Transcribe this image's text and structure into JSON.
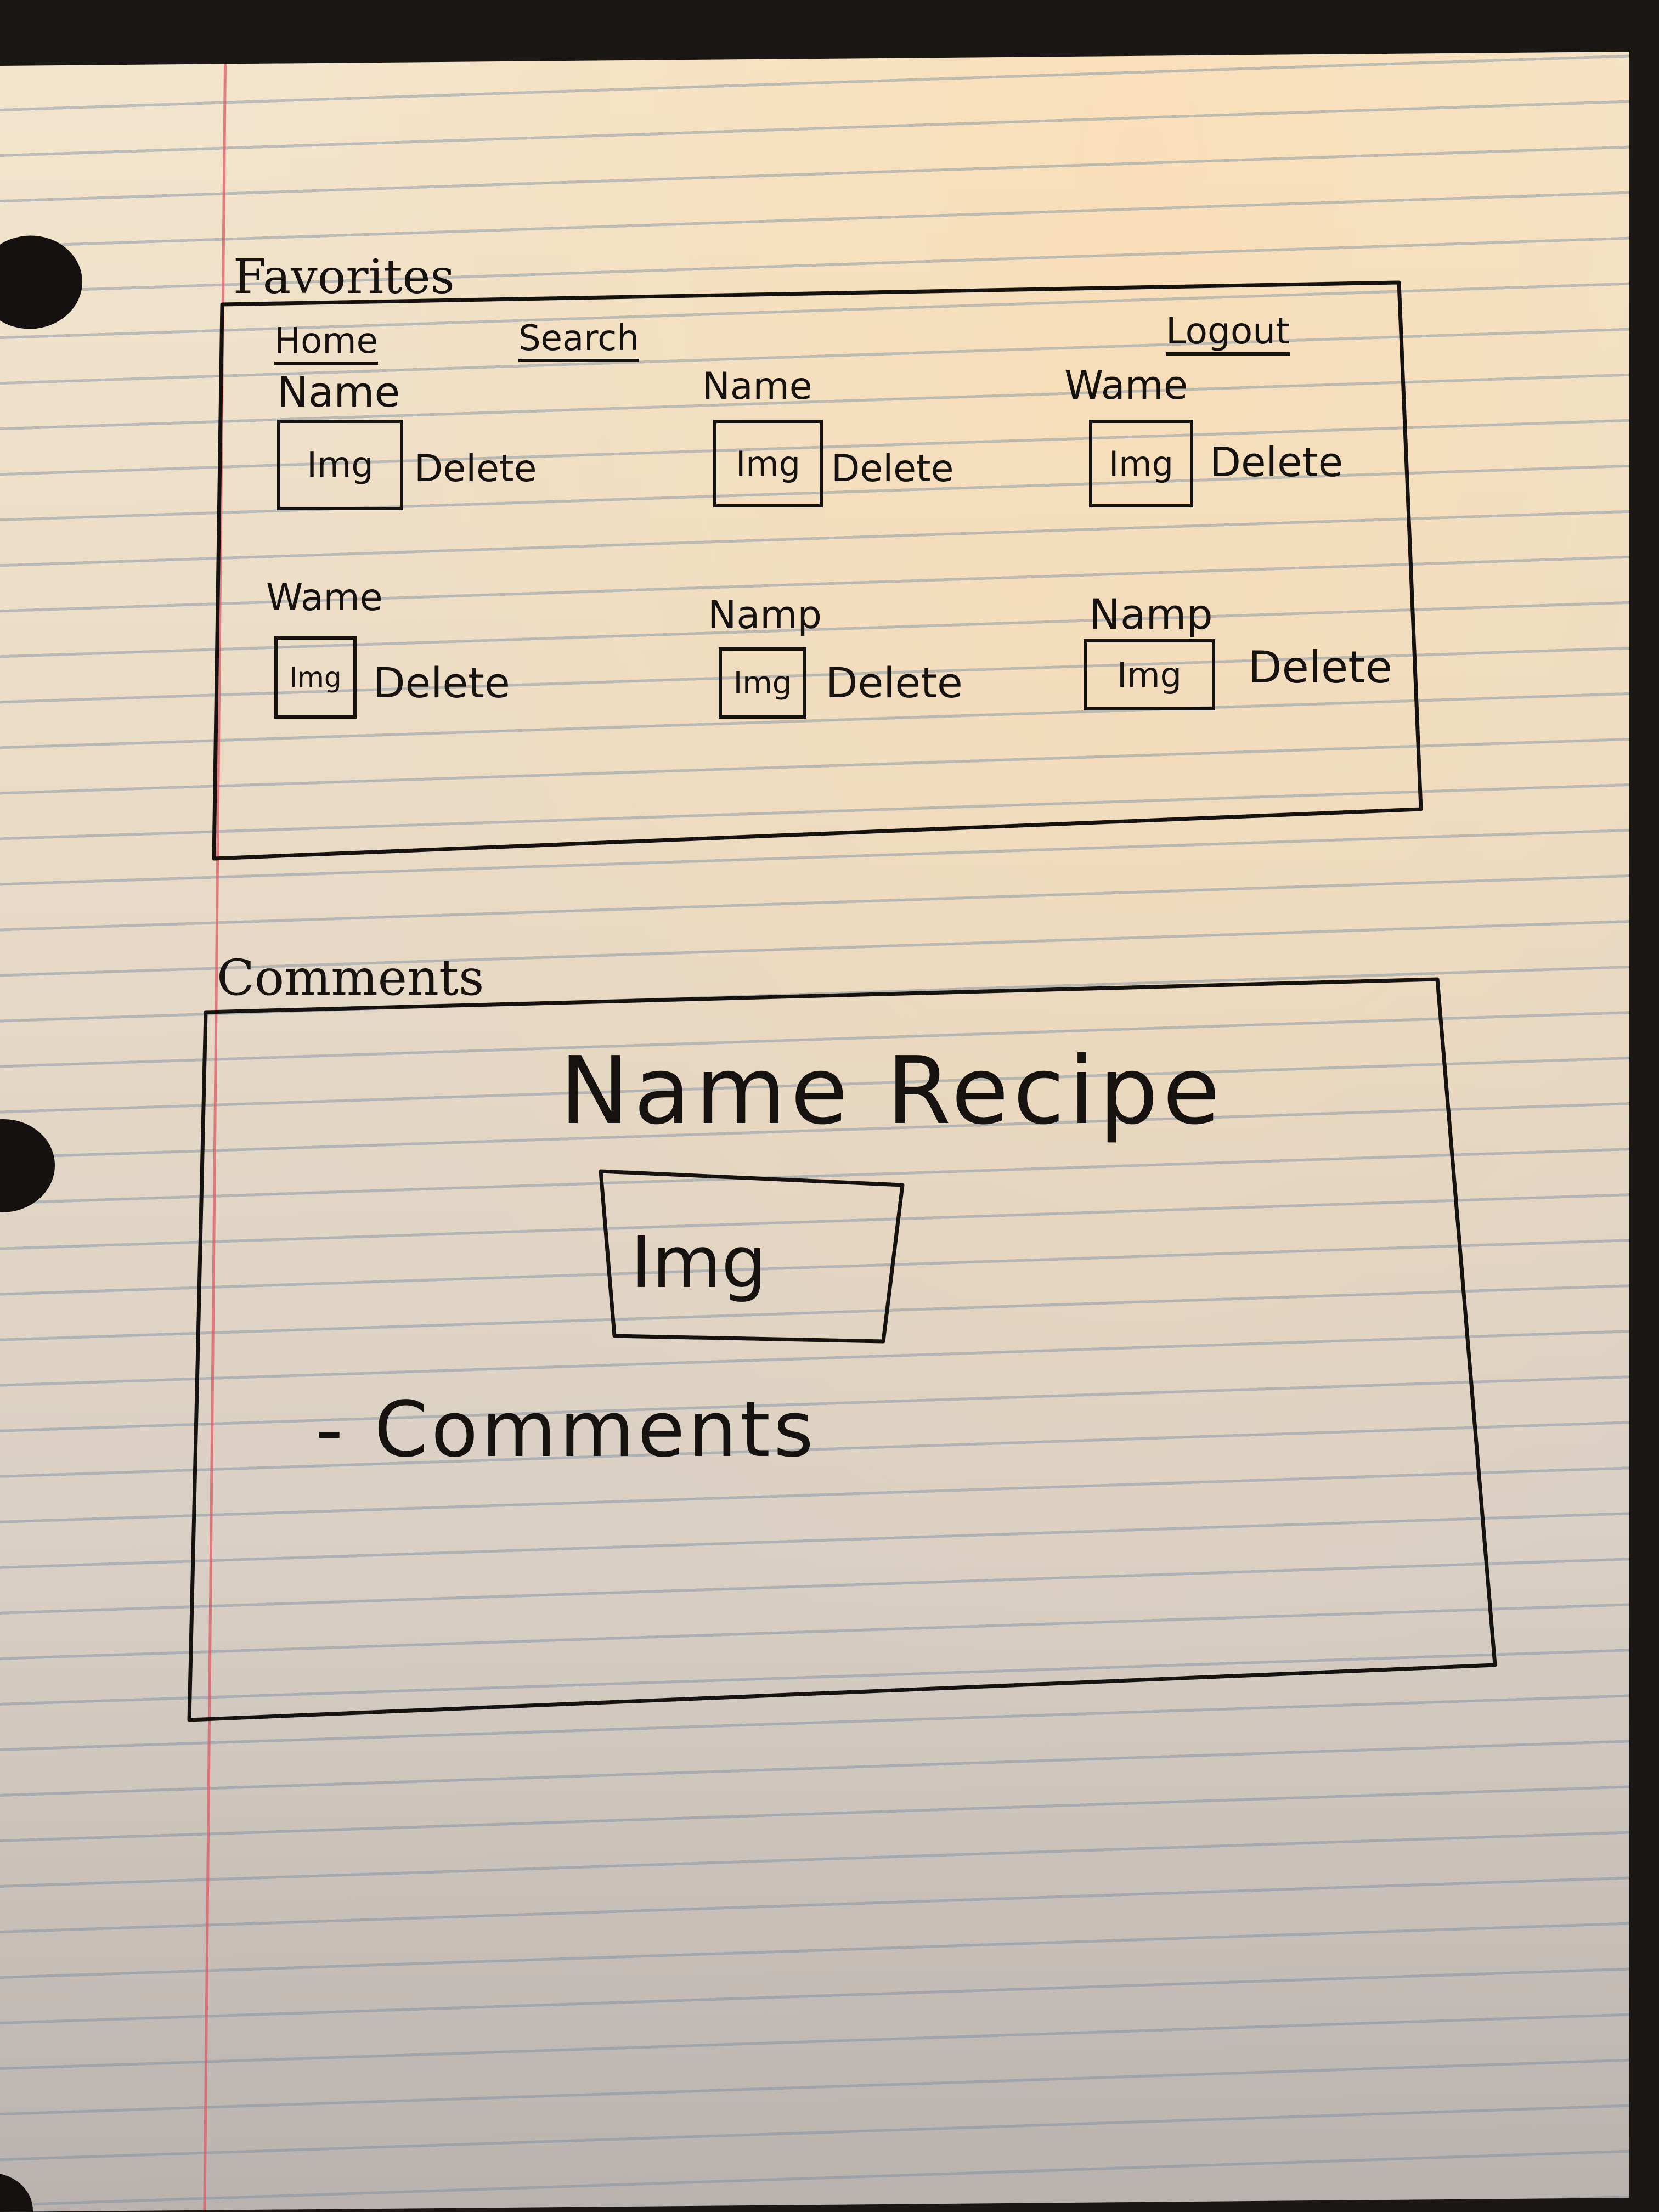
{
  "favorites": {
    "title": "Favorites",
    "nav": {
      "home": "Home",
      "search": "Search",
      "logout": "Logout"
    },
    "cards": [
      {
        "name": "Name",
        "img": "Img",
        "delete": "Delete"
      },
      {
        "name": "Name",
        "img": "Img",
        "delete": "Delete"
      },
      {
        "name": "Wame",
        "img": "Img",
        "delete": "Delete"
      },
      {
        "name": "Wame",
        "img": "Img",
        "delete": "Delete"
      },
      {
        "name": "Namp",
        "img": "Img",
        "delete": "Delete"
      },
      {
        "name": "Namp",
        "img": "Img",
        "delete": "Delete"
      }
    ]
  },
  "comments": {
    "title": "Comments",
    "recipe_heading": "Name   Recipe",
    "img": "Img",
    "comments_label": "- Comments"
  },
  "colors": {
    "ink": "#151210",
    "paper": "#f3e4cc",
    "rule_line": "#788ca0",
    "margin_line": "#dc5a64"
  }
}
